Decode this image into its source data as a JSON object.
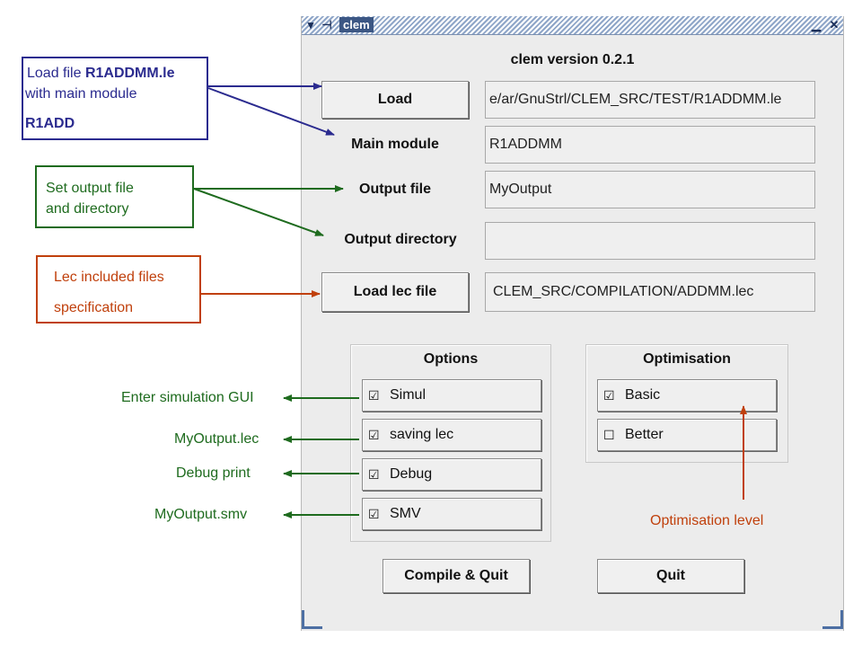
{
  "window": {
    "title": "clem",
    "version_label": "clem version 0.2.1"
  },
  "form": {
    "load_button": "Load",
    "load_path": "e/ar/GnuStrl/CLEM_SRC/TEST/R1ADDMM.le",
    "main_module_label": "Main module",
    "main_module_value": "R1ADDMM",
    "output_file_label": "Output file",
    "output_file_value": "MyOutput",
    "output_dir_label": "Output directory",
    "output_dir_value": "",
    "load_lec_button": "Load lec file",
    "lec_path": "CLEM_SRC/COMPILATION/ADDMM.lec"
  },
  "options": {
    "title": "Options",
    "items": [
      {
        "label": "Simul",
        "checked": true
      },
      {
        "label": "saving lec",
        "checked": true
      },
      {
        "label": "Debug",
        "checked": true
      },
      {
        "label": "SMV",
        "checked": true
      }
    ]
  },
  "optimisation": {
    "title": "Optimisation",
    "items": [
      {
        "label": "Basic",
        "checked": true
      },
      {
        "label": "Better",
        "checked": false
      }
    ]
  },
  "footer": {
    "compile_quit": "Compile & Quit",
    "quit": "Quit"
  },
  "annotations": {
    "load_line1_prefix": "Load file ",
    "load_line1_bold": "R1ADDMM.le",
    "load_line2": "with main module",
    "load_line3": "R1ADD",
    "output_line1": "Set output file",
    "output_line2": "and directory",
    "lec_line1": "Lec included files",
    "lec_line2": "specification",
    "simul": "Enter simulation GUI",
    "saving": "MyOutput.lec",
    "debug": "Debug print",
    "smv": "MyOutput.smv",
    "optim": "Optimisation level"
  },
  "colors": {
    "blue": "#2b2b8f",
    "green": "#1e6b1e",
    "orange": "#c0400c",
    "title_bg": "#3c5784"
  },
  "icons": {
    "checked": "☑",
    "unchecked": "☐"
  }
}
